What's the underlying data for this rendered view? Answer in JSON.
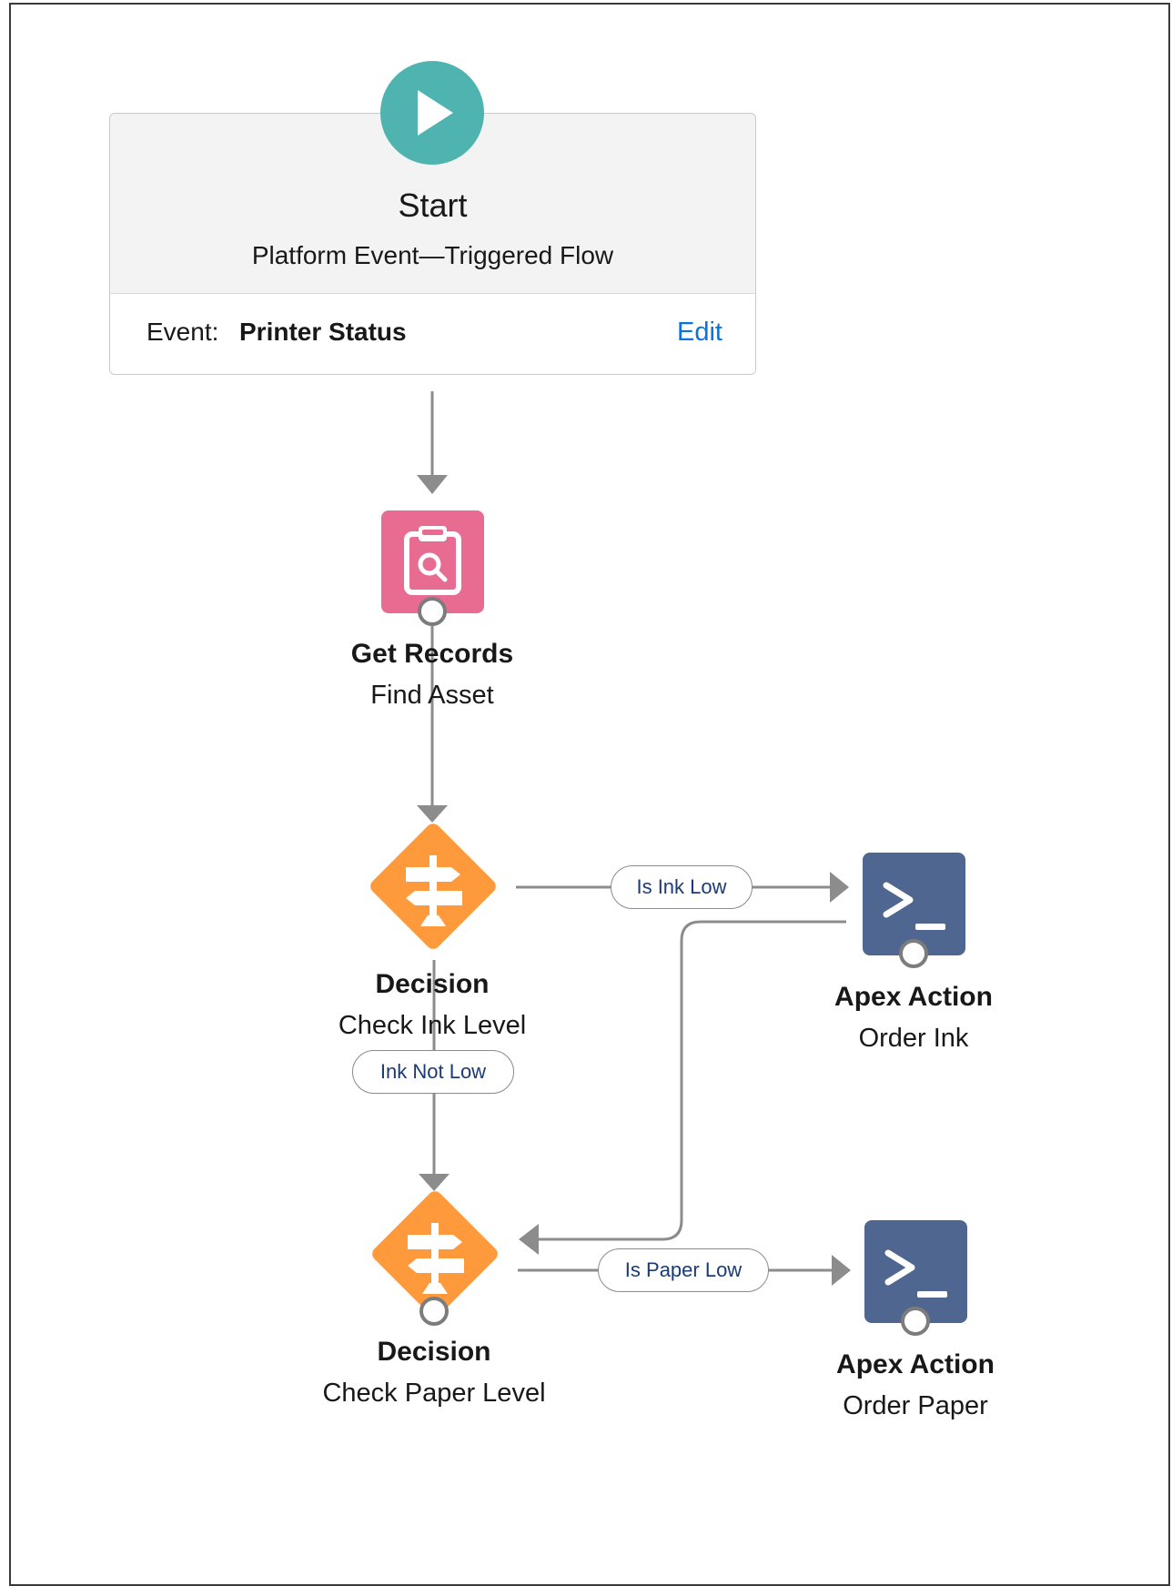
{
  "start": {
    "title": "Start",
    "subtitle": "Platform Event—Triggered Flow",
    "event_label": "Event:",
    "event_value": "Printer Status",
    "edit_label": "Edit",
    "icon": "play-icon"
  },
  "nodes": [
    {
      "id": "get-records",
      "type": "Get Records",
      "label": "Find Asset",
      "icon": "get-records-icon",
      "color": "#e86b92"
    },
    {
      "id": "decision-ink",
      "type": "Decision",
      "label": "Check Ink Level",
      "icon": "decision-icon",
      "color": "#ff9a3c"
    },
    {
      "id": "apex-order-ink",
      "type": "Apex Action",
      "label": "Order Ink",
      "icon": "apex-icon",
      "color": "#4f6790"
    },
    {
      "id": "decision-paper",
      "type": "Decision",
      "label": "Check Paper Level",
      "icon": "decision-icon",
      "color": "#ff9a3c"
    },
    {
      "id": "apex-order-paper",
      "type": "Apex Action",
      "label": "Order Paper",
      "icon": "apex-icon",
      "color": "#4f6790"
    }
  ],
  "connectors": {
    "is_ink_low": "Is Ink Low",
    "ink_not_low": "Ink Not Low",
    "is_paper_low": "Is Paper Low"
  },
  "colors": {
    "start": "#4fb3af",
    "link": "#0b73d9",
    "connector_line": "#8c8c8c",
    "pill_text": "#1b3a78"
  }
}
